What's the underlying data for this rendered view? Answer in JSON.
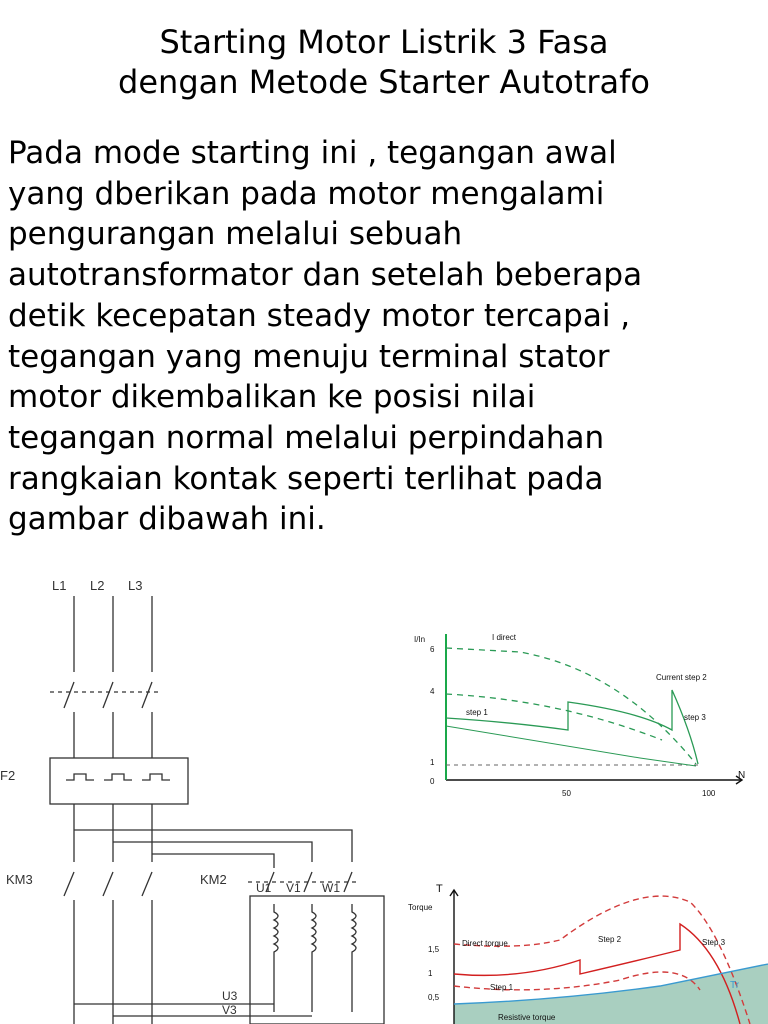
{
  "title": {
    "line1": "Starting Motor Listrik 3 Fasa",
    "line2": "dengan Metode Starter Autotrafo"
  },
  "body_lines": [
    "Pada mode starting ini , tegangan awal",
    "yang dberikan pada motor mengalami",
    "pengurangan melalui sebuah",
    "autotransformator dan setelah beberapa",
    "detik kecepatan steady motor tercapai ,",
    "tegangan yang menuju terminal stator",
    "motor dikembalikan ke posisi nilai",
    "tegangan normal melalui perpindahan",
    "rangkaian kontak seperti terlihat pada",
    "gambar dibawah ini."
  ],
  "circuit": {
    "labels": {
      "l1": "L1",
      "l2": "L2",
      "l3": "L3",
      "f2": "F2",
      "km3": "KM3",
      "km2": "KM2",
      "u1": "U1",
      "v1": "V1",
      "w1": "W1",
      "u3": "U3",
      "v3": "V3"
    }
  },
  "current_chart": {
    "y_ticks": [
      "6",
      "4",
      "1",
      "0"
    ],
    "x_ticks": [
      "50",
      "100"
    ],
    "x_label": "N",
    "y_label": "I/In",
    "annotations": {
      "direct": "I direct",
      "current_step2": "Current step 2",
      "step1": "step 1",
      "step3": "step 3"
    }
  },
  "torque_chart": {
    "y_label": "T",
    "y_sub": "Torque",
    "y_ticks": [
      "1,5",
      "1",
      "0,5"
    ],
    "annotations": {
      "direct_torque": "Direct torque",
      "step2": "Step 2",
      "step3": "Step 3",
      "step1": "Step 1",
      "resistive": "Resistive torque",
      "tr": "Tr"
    },
    "colors": {
      "direct": "#d23b3b",
      "steps": "#d21f1f",
      "resistive": "#3a9ad0",
      "fill": "#a9cfc0"
    }
  }
}
